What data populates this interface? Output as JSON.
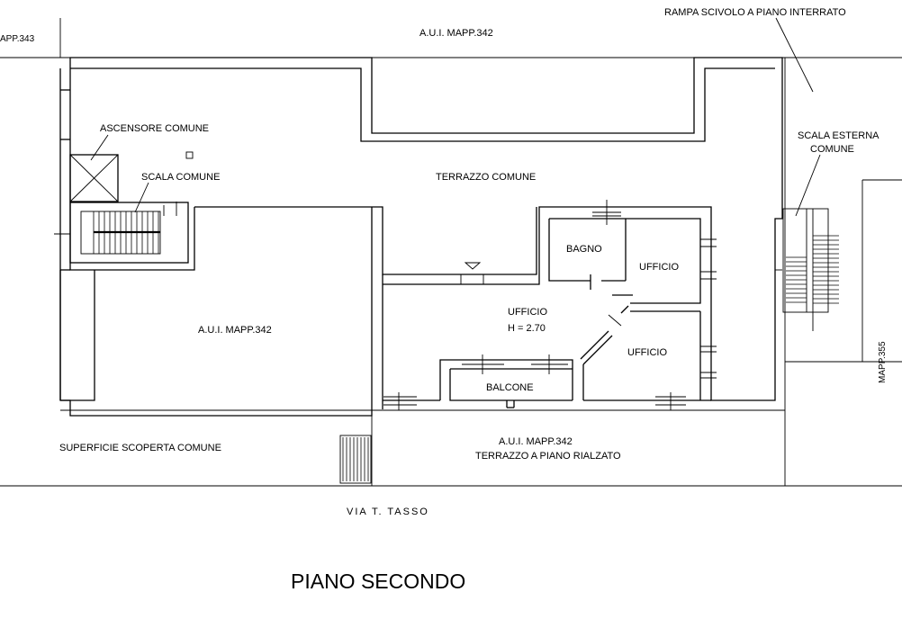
{
  "labels": {
    "rampa": "RAMPA SCIVOLO A PIANO INTERRATO",
    "mapp343": "APP.343",
    "aui_top": "A.U.I. MAPP.342",
    "ascensore": "ASCENSORE COMUNE",
    "scala_comune": "SCALA COMUNE",
    "terrazzo_comune": "TERRAZZO COMUNE",
    "scala_esterna_1": "SCALA ESTERNA",
    "scala_esterna_2": "COMUNE",
    "bagno": "BAGNO",
    "ufficio_1": "UFFICIO",
    "ufficio_main": "UFFICIO",
    "altezza": "H = 2.70",
    "ufficio_2": "UFFICIO",
    "aui_left": "A.U.I. MAPP.342",
    "balcone": "BALCONE",
    "mapp355": "MAPP.355",
    "superficie": "SUPERFICIE SCOPERTA COMUNE",
    "aui_bottom_1": "A.U.I. MAPP.342",
    "aui_bottom_2": "TERRAZZO A PIANO RIALZATO",
    "street": "VIA T. TASSO",
    "floor_title": "PIANO SECONDO"
  }
}
